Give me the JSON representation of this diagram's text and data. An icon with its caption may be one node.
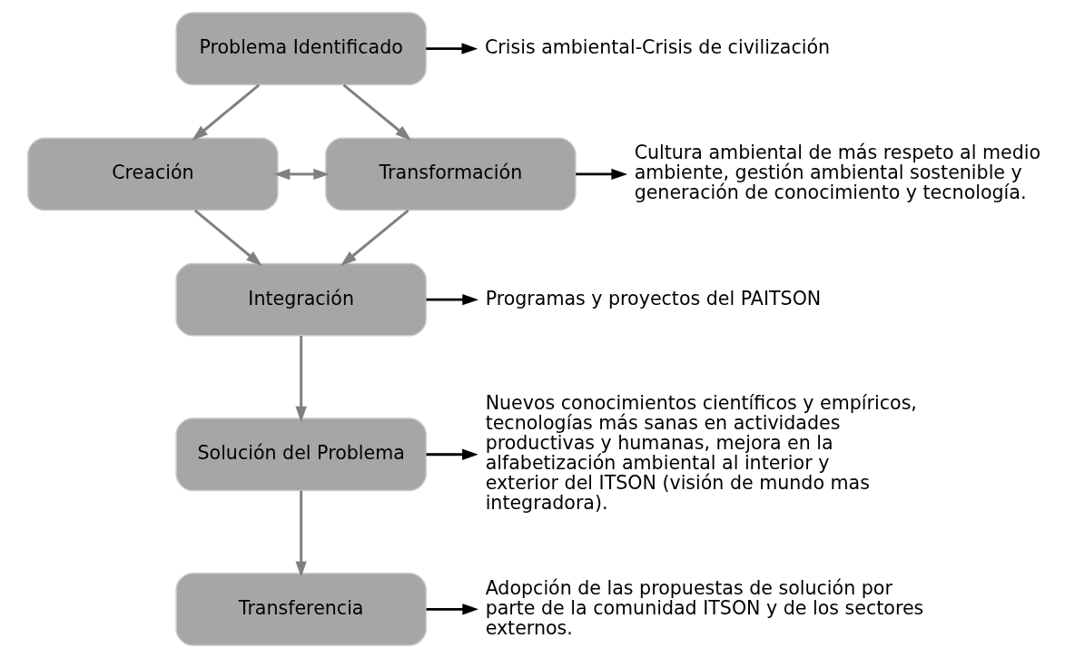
{
  "diagram": {
    "nodes": [
      {
        "text": [
          "Problema Identificado"
        ]
      },
      {
        "text": [
          "Creación"
        ]
      },
      {
        "text": [
          "Transformación"
        ]
      },
      {
        "text": [
          "Integración"
        ]
      },
      {
        "text": [
          "Solución del Problema"
        ]
      },
      {
        "text": [
          "Transferencia"
        ]
      },
      {
        "text": [
          "Crisis ambiental-Crisis de civilización"
        ]
      },
      {
        "text": [
          "Cultura ambiental de más respeto al medio ambiente, gestión ambiental sostenible y generación de conocimiento y tecnología."
        ]
      },
      {
        "text": [
          "Programas y proyectos del PAITSON"
        ]
      },
      {
        "text": [
          "Nuevos conocimientos científicos y empíricos, tecnologías más sanas en actividades productivas y humanas, mejora en la alfabetización ambiental al interior y exterior del ITSON (visión de mundo mas integradora)."
        ]
      },
      {
        "text": [
          "Adopción de las propuestas de solución por parte de la comunidad ITSON y de los sectores externos."
        ]
      }
    ],
    "edges": [
      {
        "from": 0,
        "to": 6,
        "arrow": "to",
        "color": "#000000"
      },
      {
        "from": 0,
        "to": 1,
        "arrow": "to"
      },
      {
        "from": 0,
        "to": 2,
        "arrow": "to"
      },
      {
        "from": 1,
        "to": 2,
        "arrow": "both"
      },
      {
        "from": 2,
        "to": 7,
        "arrow": "to",
        "color": "#000000"
      },
      {
        "from": 1,
        "to": 3,
        "arrow": "to"
      },
      {
        "from": 2,
        "to": 3,
        "arrow": "to"
      },
      {
        "from": 3,
        "to": 8,
        "arrow": "to",
        "color": "#000000"
      },
      {
        "from": 3,
        "to": 4,
        "arrow": "to"
      },
      {
        "from": 4,
        "to": 9,
        "arrow": "to",
        "color": "#000000"
      },
      {
        "from": 4,
        "to": 5,
        "arrow": "to"
      },
      {
        "from": 5,
        "to": 10,
        "arrow": "to",
        "color": "#000000"
      }
    ]
  }
}
